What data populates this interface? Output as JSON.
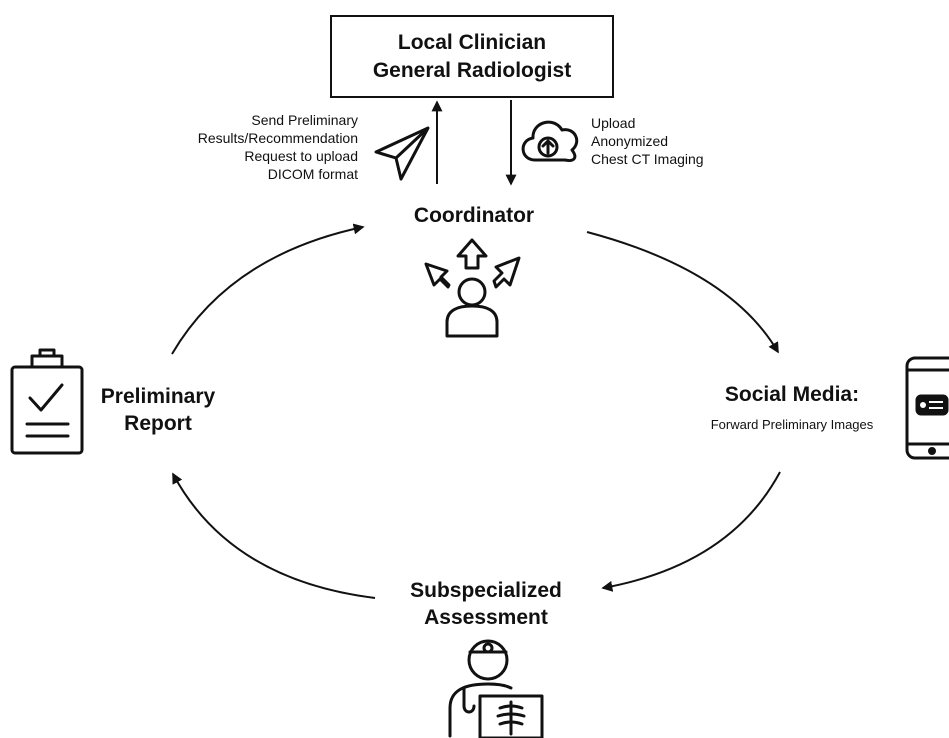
{
  "top_box": {
    "line1": "Local Clinician",
    "line2": "General Radiologist"
  },
  "send_note": {
    "line1": "Send Preliminary",
    "line2": "Results/Recommendation",
    "line3": "Request to upload",
    "line4": "DICOM format"
  },
  "upload_note": {
    "line1": "Upload",
    "line2": "Anonymized",
    "line3": "Chest CT Imaging"
  },
  "coordinator": {
    "title": "Coordinator"
  },
  "social_media": {
    "title": "Social Media:",
    "subtitle": "Forward Preliminary Images"
  },
  "assessment": {
    "line1": "Subspecialized",
    "line2": "Assessment"
  },
  "report": {
    "line1": "Preliminary",
    "line2": "Report"
  },
  "icons": {
    "send": "paper-plane-icon",
    "upload": "cloud-upload-icon",
    "coordinator": "person-with-arrows-icon",
    "social": "smartphone-chat-icon",
    "assessment": "doctor-xray-icon",
    "report": "clipboard-check-icon"
  }
}
